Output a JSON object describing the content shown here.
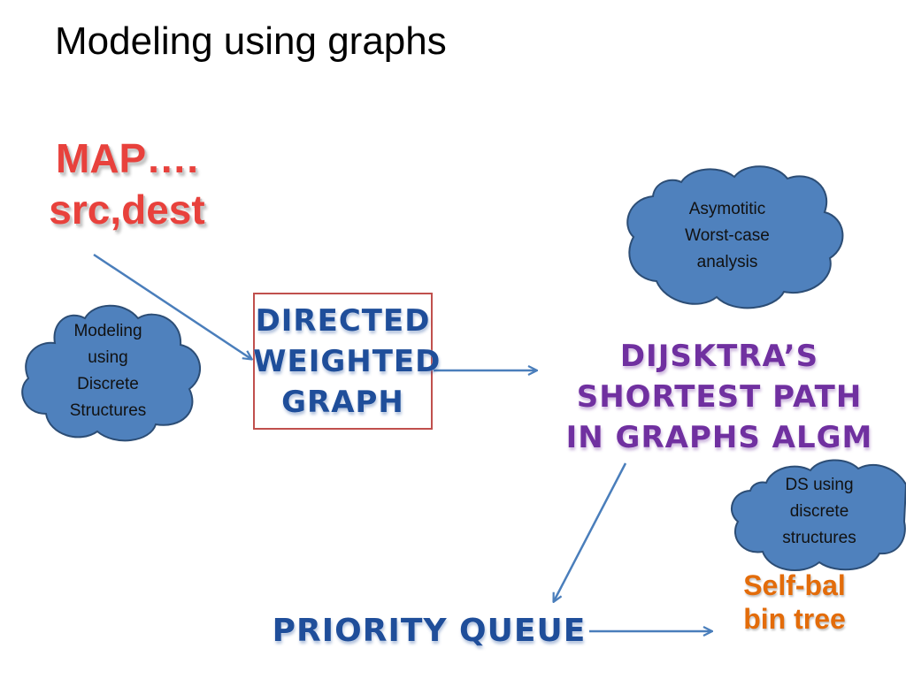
{
  "title": "Modeling using graphs",
  "map_text": [
    "MAP….",
    "src,dest"
  ],
  "dwg_text": [
    "DIRECTED",
    "WEIGHTED",
    "GRAPH"
  ],
  "dijkstra_text": [
    "DIJSKTRA’S",
    "SHORTEST PATH",
    "IN GRAPHS ALGM"
  ],
  "pq_text": "PRIORITY QUEUE",
  "selfbal_text": [
    "Self-bal",
    "bin tree"
  ],
  "clouds": {
    "modeling": [
      "Modeling",
      "using",
      "Discrete",
      "Structures"
    ],
    "asymptotic": [
      "Asymotitic",
      "Worst-case",
      "analysis"
    ],
    "ds": [
      "DS using",
      "discrete",
      "structures"
    ]
  },
  "colors": {
    "cloud_fill": "#4f81bd",
    "cloud_stroke": "#2c4d75",
    "arrow": "#4a7ebb",
    "map_red": "#e8413c",
    "purple": "#7030a0",
    "blue_text": "#1f4e9a",
    "orange": "#e36c0a",
    "box_border": "#c0504d"
  }
}
